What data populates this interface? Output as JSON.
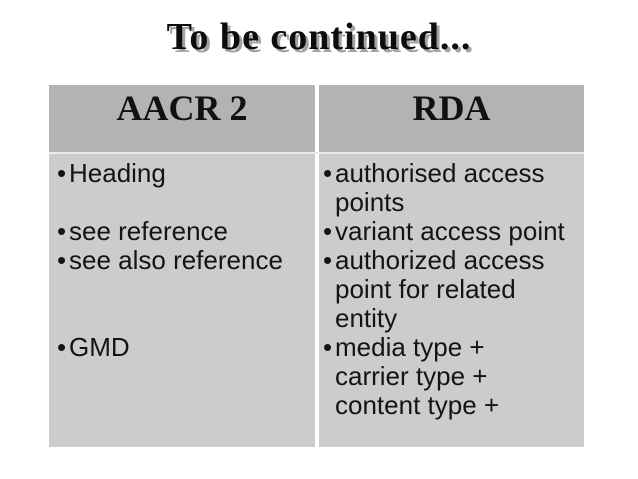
{
  "slide": {
    "title": "To be continued...",
    "colors": {
      "background": "#ffffff",
      "title_text": "#0d0d0d",
      "title_shadow": "#a3a3a3",
      "header_bg": "#b3b3b3",
      "header_text": "#111111",
      "body_bg": "#cccccc",
      "body_text": "#141414",
      "cell_divider": "#ffffff",
      "row_divider": "#ebebeb"
    },
    "table": {
      "columns": [
        {
          "header": "AACR 2",
          "items": [
            {
              "lines": [
                "Heading"
              ],
              "blank_after": 1
            },
            {
              "lines": [
                "see reference"
              ],
              "blank_after": 0
            },
            {
              "lines": [
                "see also reference"
              ],
              "blank_after": 2
            },
            {
              "lines": [
                "GMD"
              ],
              "blank_after": 0
            }
          ]
        },
        {
          "header": "RDA",
          "items": [
            {
              "lines": [
                "authorised access",
                "points"
              ],
              "blank_after": 0
            },
            {
              "lines": [
                "variant access point"
              ],
              "blank_after": 0
            },
            {
              "lines": [
                "authorized access",
                "point for related",
                "entity"
              ],
              "blank_after": 0
            },
            {
              "lines": [
                "media type +",
                "carrier type +",
                "content type +"
              ],
              "blank_after": 0
            }
          ]
        }
      ],
      "bullet_glyph": "•"
    }
  }
}
